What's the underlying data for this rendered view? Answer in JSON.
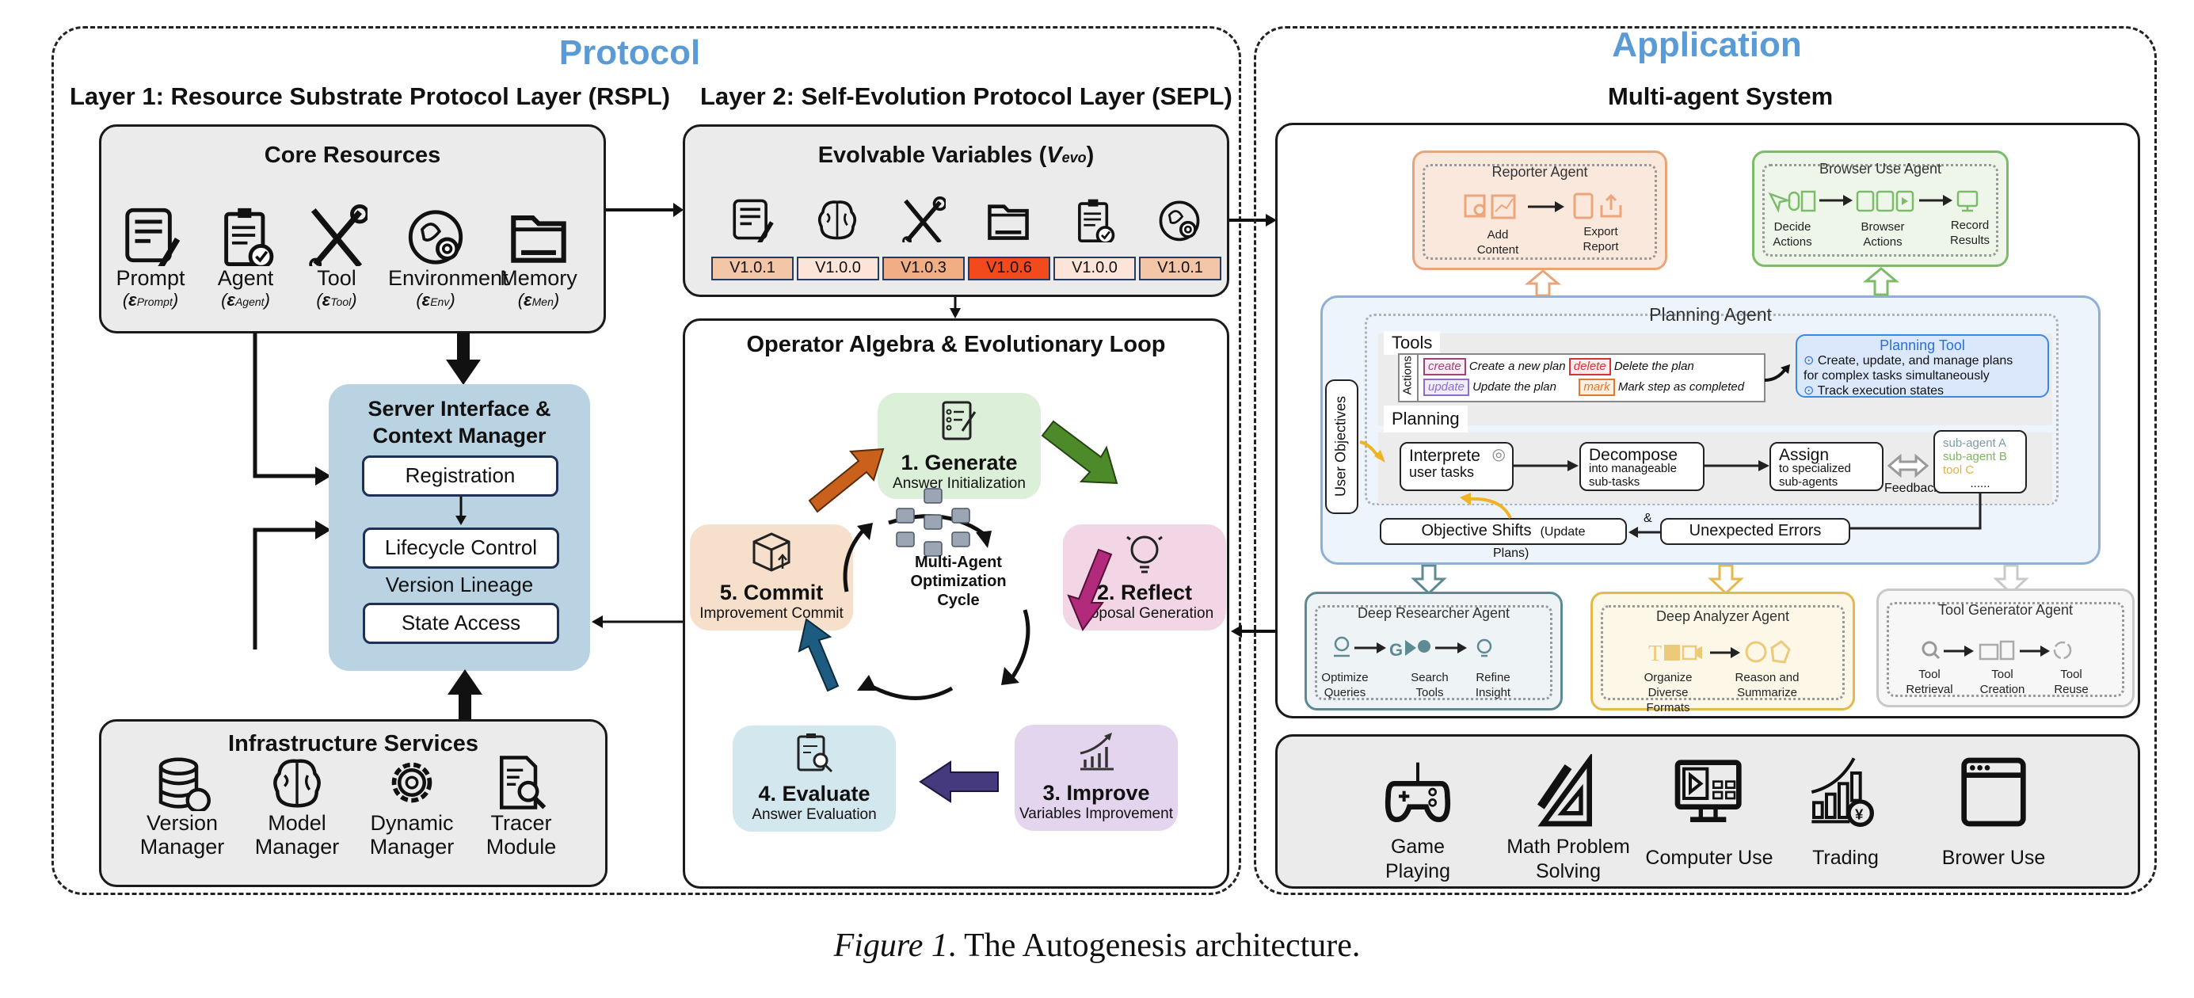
{
  "protocol": {
    "title": "Protocol",
    "layer1_title": "Layer 1: Resource Substrate Protocol Layer (RSPL)",
    "layer2_title": "Layer 2: Self-Evolution Protocol Layer (SEPL)",
    "core_resources": {
      "title": "Core Resources",
      "items": [
        {
          "label": "Prompt",
          "symbol": "(εPrompt)",
          "icon": "prompt-icon"
        },
        {
          "label": "Agent",
          "symbol": "(εAgent)",
          "icon": "agent-icon"
        },
        {
          "label": "Tool",
          "symbol": "(εTool)",
          "icon": "tool-icon"
        },
        {
          "label": "Environment",
          "symbol": "(εEnv)",
          "icon": "environment-icon"
        },
        {
          "label": "Memory",
          "symbol": "(εMen)",
          "icon": "memory-icon"
        }
      ]
    },
    "server": {
      "title_line1": "Server Interface &",
      "title_line2": "Context Manager",
      "registration": "Registration",
      "lifecycle": "Lifecycle Control",
      "version_lineage": "Version Lineage",
      "state_access": "State Access"
    },
    "infrastructure": {
      "title": "Infrastructure Services",
      "items": [
        {
          "line1": "Version",
          "line2": "Manager",
          "icon": "database-icon"
        },
        {
          "line1": "Model",
          "line2": "Manager",
          "icon": "brain-icon"
        },
        {
          "line1": "Dynamic",
          "line2": "Manager",
          "icon": "gear-icon"
        },
        {
          "line1": "Tracer",
          "line2": "Module",
          "icon": "document-search-icon"
        }
      ]
    },
    "evolvable": {
      "title": "Evolvable Variables (",
      "title_var": "V",
      "title_sub": "evo",
      "title_end": ")",
      "versions": [
        {
          "label": "V1.0.1",
          "color": "#f4c6a8"
        },
        {
          "label": "V1.0.0",
          "color": "#fce4d8"
        },
        {
          "label": "V1.0.3",
          "color": "#f1ad84"
        },
        {
          "label": "V1.0.6",
          "color": "#f24a1d"
        },
        {
          "label": "V1.0.0",
          "color": "#fce4d8"
        },
        {
          "label": "V1.0.1",
          "color": "#f4c6a8"
        }
      ]
    },
    "loop": {
      "title": "Operator Algebra & Evolutionary Loop",
      "center_line1": "Multi-Agent",
      "center_line2": "Optimization",
      "center_line3": "Cycle",
      "steps": [
        {
          "title": "1. Generate",
          "sub": "Answer Initialization",
          "color": "#dcefd8"
        },
        {
          "title": "2. Reflect",
          "sub": "Proposal Generation",
          "color": "#f3d6e6"
        },
        {
          "title": "3. Improve",
          "sub": "Variables Improvement",
          "color": "#e4d5ee"
        },
        {
          "title": "4. Evaluate",
          "sub": "Answer Evaluation",
          "color": "#d3e7ef"
        },
        {
          "title": "5. Commit",
          "sub": "Improvement Commit",
          "color": "#f6e0cb"
        }
      ]
    }
  },
  "application": {
    "title": "Application",
    "subtitle": "Multi-agent System",
    "reporter": {
      "name": "Reporter Agent",
      "step1": "Add Content",
      "step2": "Export Report",
      "color": "#e8a57a"
    },
    "browser": {
      "name": "Browser Use Agent",
      "step1": "Decide Actions",
      "step2": "Browser Actions",
      "step3": "Record Results",
      "color": "#7cbb6a"
    },
    "planning": {
      "name": "Planning Agent",
      "tools_label": "Tools",
      "actions_label": "Actions",
      "actions": [
        {
          "tag": "create",
          "desc": "Create a new plan",
          "color": "#a0427a"
        },
        {
          "tag": "delete",
          "desc": "Delete the plan",
          "color": "#d6323a"
        },
        {
          "tag": "update",
          "desc": "Update the plan",
          "color": "#8a6fc8"
        },
        {
          "tag": "mark",
          "desc": "Mark step as completed",
          "color": "#e07a2a"
        }
      ],
      "planning_tool": {
        "title": "Planning Tool",
        "line1": "Create, update, and manage plans",
        "line2": "for complex tasks simultaneously",
        "line3": "Track execution states"
      },
      "planning_label": "Planning",
      "user_objectives": "User Objectives",
      "interprete": {
        "title": "Interprete",
        "sub": "user tasks"
      },
      "decompose": {
        "title": "Decompose",
        "sub1": "into manageable",
        "sub2": "sub-tasks"
      },
      "assign": {
        "title": "Assign",
        "sub1": "to specialized",
        "sub2": "sub-agents"
      },
      "feedback": "Feedback",
      "subagents": [
        {
          "label": "sub-agent A",
          "color": "#7a9aa8"
        },
        {
          "label": "sub-agent B",
          "color": "#7cb55e"
        },
        {
          "label": "tool C",
          "color": "#e5b04a"
        },
        {
          "label": "......",
          "color": "#222222"
        }
      ],
      "objective_shifts": "Objective Shifts",
      "update_plans_1": "(Update",
      "update_plans_2": "Plans)",
      "ampersand": "&",
      "unexpected_errors": "Unexpected Errors"
    },
    "researcher": {
      "name": "Deep Researcher Agent",
      "step1": "Optimize Queries",
      "step2": "Search Tools",
      "step3": "Refine Insight",
      "color": "#5e8a94"
    },
    "analyzer": {
      "name": "Deep Analyzer Agent",
      "step1": "Organize Diverse Formats",
      "step2": "Reason and Summarize",
      "color": "#e5b94e"
    },
    "toolgen": {
      "name": "Tool Generator Agent",
      "step1": "Tool Retrieval",
      "step2": "Tool Creation",
      "step3": "Tool Reuse",
      "color": "#c9c9c9"
    },
    "apps": [
      {
        "line1": "Game",
        "line2": "Playing",
        "icon": "gamepad-icon"
      },
      {
        "line1": "Math Problem",
        "line2": "Solving",
        "icon": "ruler-triangle-icon"
      },
      {
        "line1": "Computer Use",
        "line2": "",
        "icon": "monitor-icon"
      },
      {
        "line1": "Trading",
        "line2": "",
        "icon": "trading-chart-icon"
      },
      {
        "line1": "Brower Use",
        "line2": "",
        "icon": "browser-window-icon"
      }
    ]
  },
  "caption": {
    "figure": "Figure 1",
    "text": ". The Autogenesis architecture."
  }
}
